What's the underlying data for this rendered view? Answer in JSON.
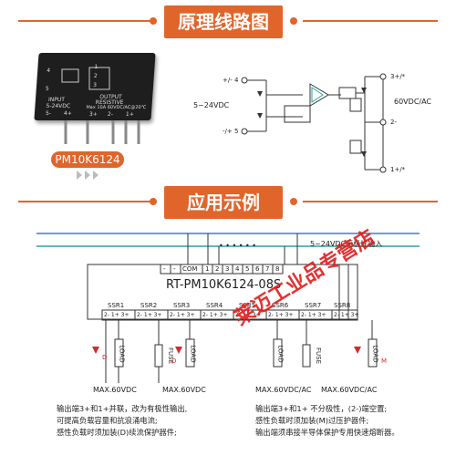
{
  "sections": {
    "principle_title": "原理线路图",
    "application_title": "应用示例"
  },
  "relay": {
    "model_tag": "PM10K6124",
    "body_lines": [
      "INPUT",
      "5-24VDC",
      "5-",
      "4+",
      "OUTPUT",
      "RESISTIVE",
      "Max 10A 60VDC/AC@20℃",
      "3+",
      "2-",
      "1+",
      "4",
      "5",
      "1",
      "2",
      "3"
    ]
  },
  "schematic": {
    "input_voltage": "5~24VDC",
    "plus4": "+/- 4",
    "minus5": "-/+ 5",
    "out_plus3": "3+/*",
    "out_minus2": "2-",
    "out_plus1": "1+/*",
    "output_voltage": "60VDC/AC"
  },
  "application": {
    "input_note": "5~24VDC无极性输入",
    "dots": "• • • • • •",
    "module_name": "RT-PM10K6124-08S",
    "input_pins": [
      "-",
      "-",
      "COM",
      "1",
      "2",
      "3",
      "4",
      "5",
      "6",
      "7",
      "8"
    ],
    "ssr_labels": [
      "SSR1",
      "SSR2",
      "SSR3",
      "SSR4",
      "SSR5",
      "SSR6",
      "SSR7",
      "SSR8"
    ],
    "ssr_pins": "2- 1+ 3+",
    "load_label": "LOAD",
    "fuse_label": "FUSE",
    "d_label": "D",
    "m_label": "M",
    "max_labels": [
      "MAX.60VDC",
      "MAX.60VDC",
      "MAX.60VDC/AC",
      "MAX.60VDC/AC"
    ],
    "notes_left": [
      "输出端3+和1+并联，改为有极性输出,",
      "可提高负载容量和抗浪涌电流;",
      "感性负载时须加装(D)续流保护器件;"
    ],
    "notes_right": [
      "输出端3+和1+ 不分极性，(2-)端空置;",
      "感性负载时须加装(M)过压护器件;",
      "输出端须串接半导体保护专用快速熔断器。"
    ]
  },
  "watermark": "莱迈工业品专营店",
  "colors": {
    "accent": "#e0652b",
    "line": "#333333",
    "blue_line": "#3a7ec6",
    "teal_line": "#2aa3a3",
    "red": "#d42a2a"
  }
}
